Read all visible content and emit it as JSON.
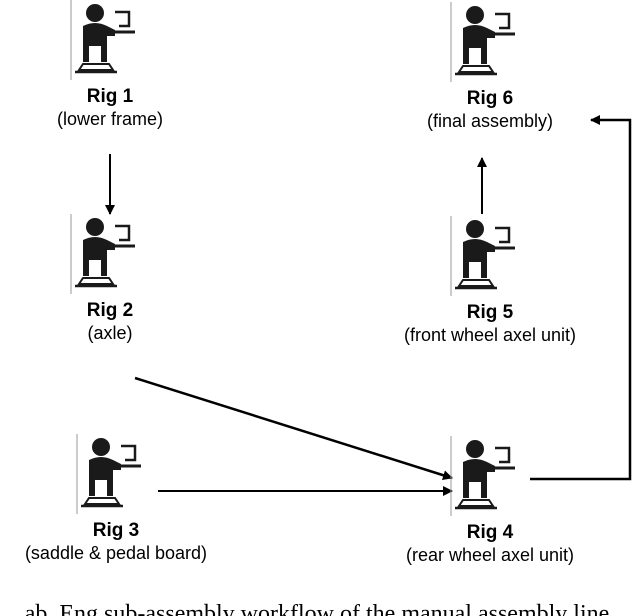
{
  "rigs": [
    {
      "id": "rig1",
      "name": "Rig 1",
      "desc": "(lower frame)"
    },
    {
      "id": "rig2",
      "name": "Rig 2",
      "desc": "(axle)"
    },
    {
      "id": "rig3",
      "name": "Rig 3",
      "desc": "(saddle & pedal board)"
    },
    {
      "id": "rig4",
      "name": "Rig 4",
      "desc": "(rear wheel axel unit)"
    },
    {
      "id": "rig5",
      "name": "Rig 5",
      "desc": "(front wheel axel unit)"
    },
    {
      "id": "rig6",
      "name": "Rig 6",
      "desc": "(final assembly)"
    }
  ],
  "flows": [
    {
      "from": "Rig 1",
      "to": "Rig 2"
    },
    {
      "from": "Rig 2",
      "to": "Rig 4"
    },
    {
      "from": "Rig 3",
      "to": "Rig 4"
    },
    {
      "from": "Rig 4",
      "to": "Rig 6"
    },
    {
      "from": "Rig 5",
      "to": "Rig 6"
    }
  ],
  "icon": "worker-at-workstation-icon",
  "caption": "ab. Eng sub-assembly workflow of the manual assembly line"
}
